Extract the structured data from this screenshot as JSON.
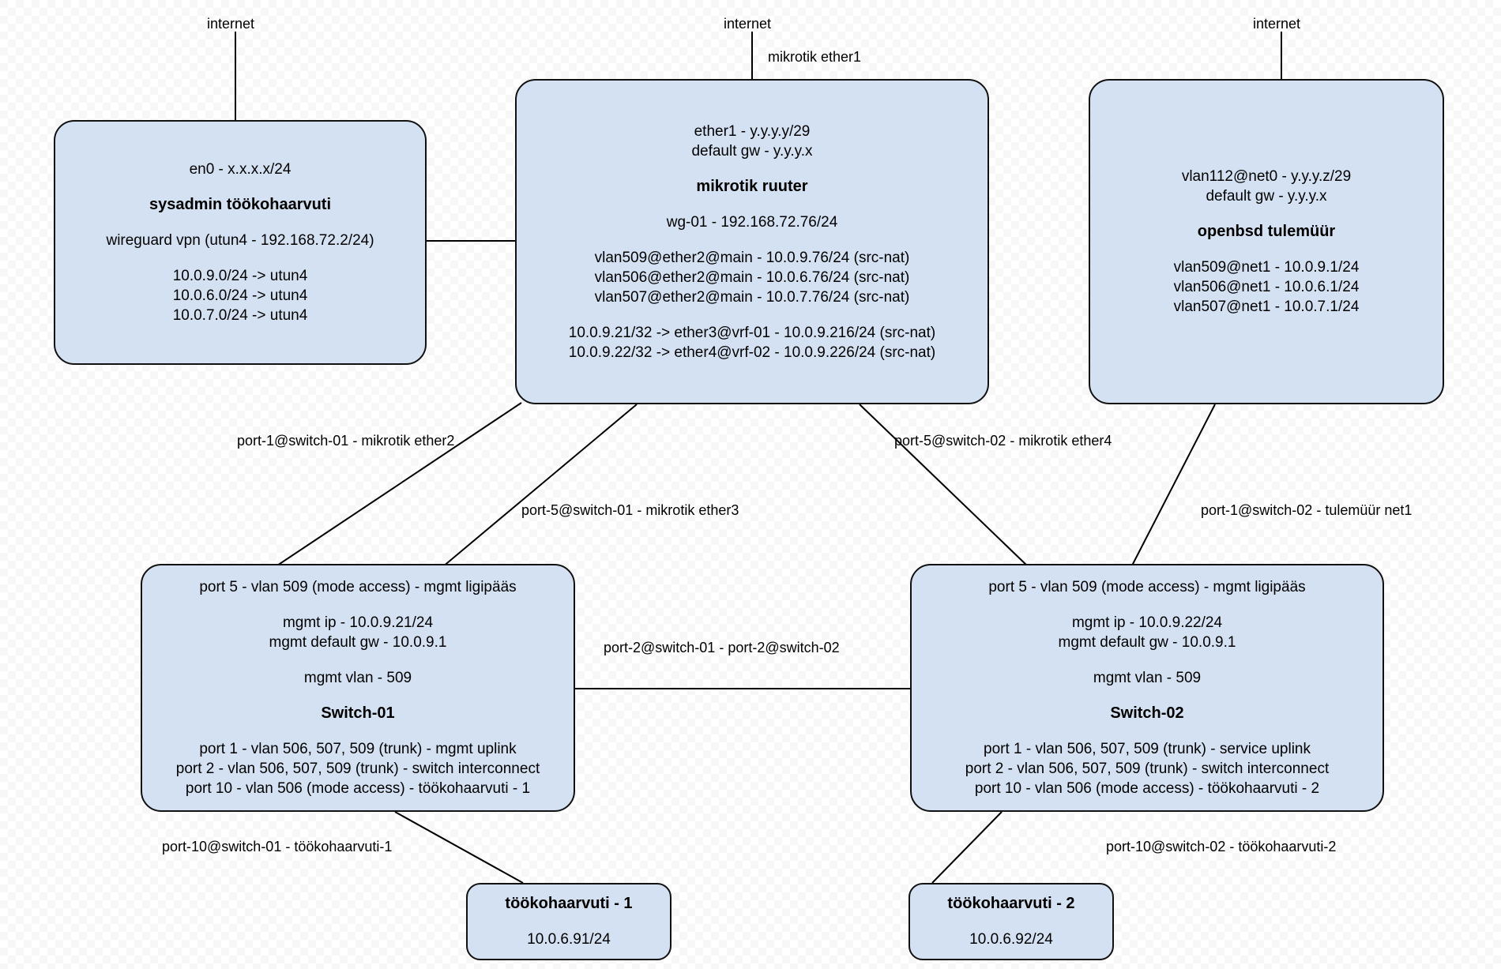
{
  "diagram": {
    "external_labels": [
      {
        "name": "internet-label-left",
        "text": "internet"
      },
      {
        "name": "internet-label-center",
        "text": "internet"
      },
      {
        "name": "internet-label-right",
        "text": "internet"
      },
      {
        "name": "mikrotik-ether1-label",
        "text": "mikrotik ether1"
      }
    ],
    "nodes": {
      "sysadmin_laptop": {
        "title": "sysadmin töökohaarvuti",
        "above": [
          "en0 - x.x.x.x/24"
        ],
        "below_1": [
          "wireguard vpn (utun4 - 192.168.72.2/24)"
        ],
        "below_2": [
          "10.0.9.0/24 -> utun4",
          "10.0.6.0/24 -> utun4",
          "10.0.7.0/24 -> utun4"
        ]
      },
      "mikrotik_router": {
        "title": "mikrotik ruuter",
        "above": [
          "ether1 - y.y.y.y/29",
          "default gw - y.y.y.x"
        ],
        "below_1": [
          "wg-01 - 192.168.72.76/24"
        ],
        "below_2": [
          "vlan509@ether2@main - 10.0.9.76/24 (src-nat)",
          "vlan506@ether2@main - 10.0.6.76/24 (src-nat)",
          "vlan507@ether2@main - 10.0.7.76/24 (src-nat)"
        ],
        "below_3": [
          "10.0.9.21/32 -> ether3@vrf-01 - 10.0.9.216/24 (src-nat)",
          "10.0.9.22/32 -> ether4@vrf-02 - 10.0.9.226/24 (src-nat)"
        ]
      },
      "openbsd_firewall": {
        "title": "openbsd tulemüür",
        "above": [
          "vlan112@net0 - y.y.y.z/29",
          "default gw - y.y.y.x"
        ],
        "below_1": [
          "vlan509@net1 - 10.0.9.1/24",
          "vlan506@net1 - 10.0.6.1/24",
          "vlan507@net1 - 10.0.7.1/24"
        ]
      },
      "switch_01": {
        "title": "Switch-01",
        "line_1": [
          "port 5 - vlan 509 (mode access) - mgmt ligipääs"
        ],
        "line_2": [
          "mgmt ip - 10.0.9.21/24",
          "mgmt default gw - 10.0.9.1"
        ],
        "line_3": [
          "mgmt vlan - 509"
        ],
        "line_4": [
          "port 1 - vlan 506, 507, 509 (trunk) - mgmt uplink",
          "port 2 - vlan 506, 507, 509 (trunk) - switch interconnect",
          "port 10 - vlan 506 (mode access) - töökohaarvuti - 1"
        ]
      },
      "switch_02": {
        "title": "Switch-02",
        "line_1": [
          "port 5 - vlan 509 (mode access) - mgmt ligipääs"
        ],
        "line_2": [
          "mgmt ip - 10.0.9.22/24",
          "mgmt default gw - 10.0.9.1"
        ],
        "line_3": [
          "mgmt vlan - 509"
        ],
        "line_4": [
          "port 1 - vlan 506, 507, 509 (trunk) - service uplink",
          "port 2 - vlan 506, 507, 509 (trunk) - switch interconnect",
          "port 10 - vlan 506 (mode access) - töökohaarvuti - 2"
        ]
      },
      "workstation_1": {
        "title": "töökohaarvuti - 1",
        "ip": "10.0.6.91/24"
      },
      "workstation_2": {
        "title": "töökohaarvuti - 2",
        "ip": "10.0.6.92/24"
      }
    },
    "edge_labels": [
      {
        "name": "edge-label-port1-switch01",
        "text": "port-1@switch-01 - mikrotik ether2"
      },
      {
        "name": "edge-label-port5-switch01",
        "text": "port-5@switch-01 - mikrotik ether3"
      },
      {
        "name": "edge-label-port5-switch02",
        "text": "port-5@switch-02 - mikrotik ether4"
      },
      {
        "name": "edge-label-port1-switch02",
        "text": "port-1@switch-02 - tulemüür net1"
      },
      {
        "name": "edge-label-switch-interconnect",
        "text": "port-2@switch-01 - port-2@switch-02"
      },
      {
        "name": "edge-label-port10-switch01",
        "text": "port-10@switch-01 - töökohaarvuti-1"
      },
      {
        "name": "edge-label-port10-switch02",
        "text": "port-10@switch-02 - töökohaarvuti-2"
      }
    ],
    "colors": {
      "node_fill": "#d4e1f2",
      "node_border": "#111111",
      "edge_stroke": "#000000",
      "text": "#000000"
    }
  }
}
